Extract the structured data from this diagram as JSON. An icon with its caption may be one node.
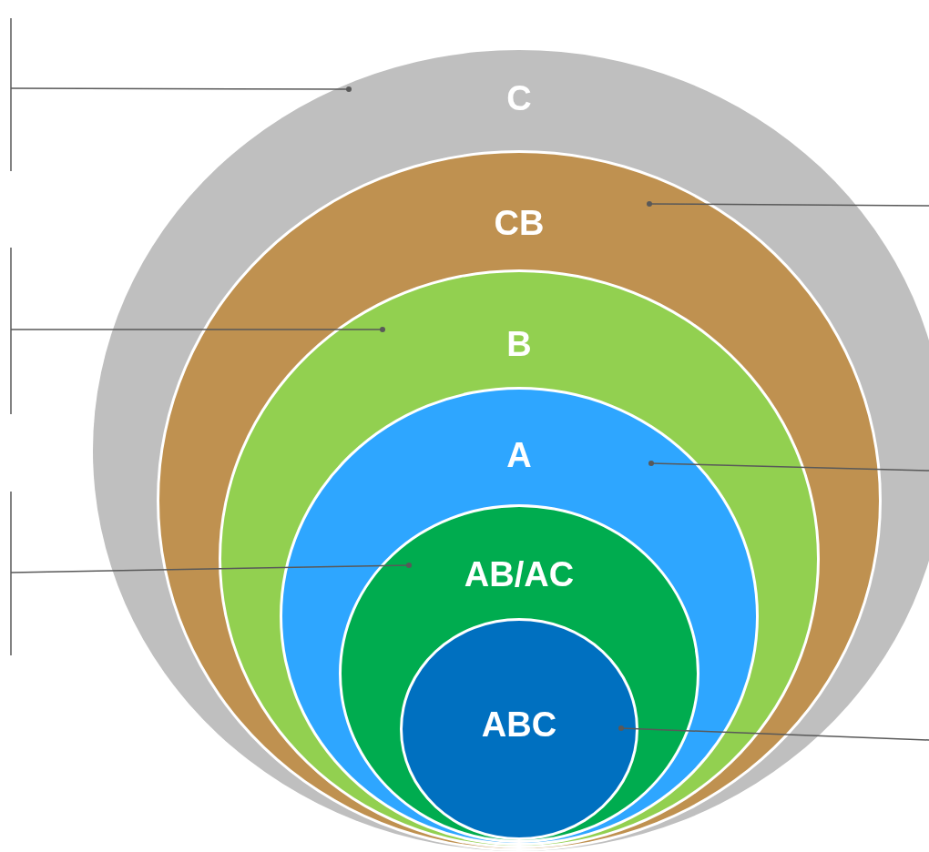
{
  "diagram": {
    "nodes": [
      {
        "text": [
          "C"
        ]
      },
      {
        "text": [
          "CB"
        ],
        "in": 0
      },
      {
        "text": [
          "B"
        ],
        "in": 1
      },
      {
        "text": [
          "A"
        ],
        "in": 2
      },
      {
        "text": [
          "AB/AC"
        ],
        "in": 3
      },
      {
        "text": [
          "ABC"
        ],
        "in": 4
      }
    ],
    "edges": [
      {
        "from": 0,
        "to": null,
        "arrow": "other"
      },
      {
        "from": 1,
        "to": null,
        "arrow": "other"
      },
      {
        "from": 2,
        "to": null,
        "arrow": "other"
      },
      {
        "from": 3,
        "to": null,
        "arrow": "other"
      },
      {
        "from": 4,
        "to": null,
        "arrow": "other"
      },
      {
        "from": 5,
        "to": null,
        "arrow": "other"
      }
    ]
  }
}
